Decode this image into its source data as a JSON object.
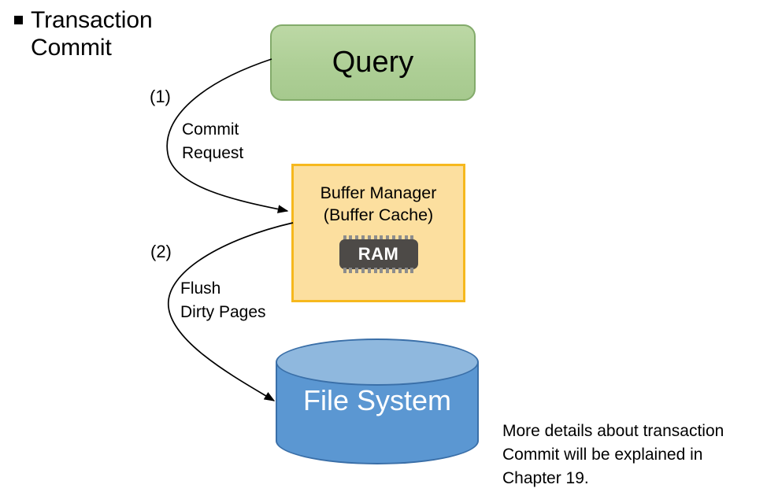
{
  "slide": {
    "bullet_marker": "square-bullet-icon",
    "heading": "Transaction\nCommit"
  },
  "nodes": {
    "query": {
      "label": "Query",
      "shape": "rounded-rectangle",
      "fill": "#aecf96",
      "border": "#83ab6b"
    },
    "buffer_manager": {
      "label": "Buffer Manager\n(Buffer Cache)",
      "shape": "rectangle",
      "fill": "#fcdf9f",
      "border": "#f6b81e",
      "ram_chip_label": "RAM",
      "ram_chip_fill": "#4d4a47",
      "ram_pin_count": 12
    },
    "file_system": {
      "label": "File System",
      "shape": "cylinder",
      "fill": "#5b97d2",
      "top_fill": "#8fb8de",
      "border": "#3a6fa8",
      "text_color": "#ffffff"
    }
  },
  "flows": [
    {
      "number": "(1)",
      "caption": "Commit\nRequest",
      "from": "query",
      "to": "buffer_manager"
    },
    {
      "number": "(2)",
      "caption": "Flush\nDirty Pages",
      "from": "buffer_manager",
      "to": "file_system"
    }
  ],
  "footnote": "More details about transaction\nCommit will be explained in\nChapter 19."
}
